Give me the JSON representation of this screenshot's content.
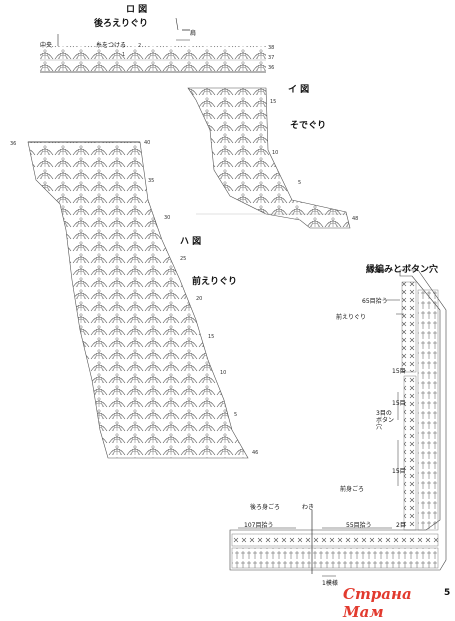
{
  "labels": {
    "fig_ro": "ロ 図",
    "back_neckline": "後ろえりぐり",
    "shoulder": "肩",
    "center": "中央",
    "attach_yarn": "糸をつける",
    "fig_i": "イ 図",
    "armhole": "そでぐり",
    "fig_ha": "ハ 図",
    "front_neckline": "前えりぐり",
    "edging_title": "縁編みとボタン穴",
    "pick65": "65目拾う",
    "front_neckline_2": "前えりぐり",
    "row15_a": "15目",
    "row15_b": "15目",
    "buttonhole": "3目のボタン穴",
    "row15_c": "15目",
    "front_body": "前身ごろ",
    "back_body": "後ろ身ごろ",
    "side": "わき",
    "pick107": "107目拾う",
    "pick55": "55目拾う",
    "row2": "2目",
    "one_pattern": "1模様",
    "page_mark": "5"
  },
  "row_numbers": {
    "ro": [
      "2",
      "1",
      "38",
      "37",
      "36"
    ],
    "i": [
      "15",
      "10",
      "5",
      "48"
    ],
    "ha": [
      "40",
      "35",
      "30",
      "25",
      "20",
      "15",
      "10",
      "5",
      "46"
    ],
    "left_top": "36"
  },
  "watermark": "Страна Мам"
}
